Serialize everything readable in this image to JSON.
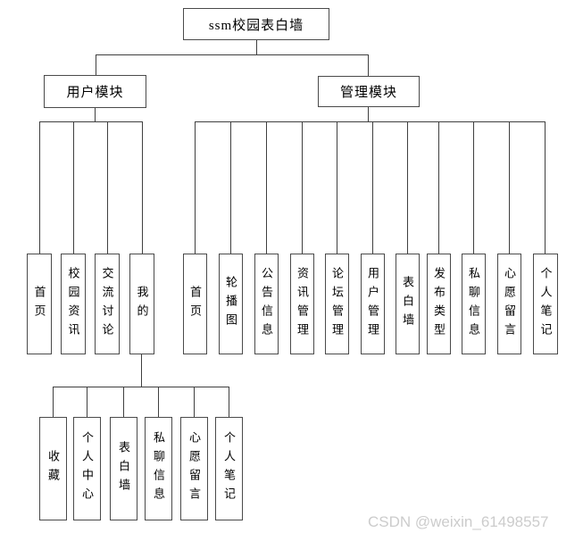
{
  "diagram": {
    "root": {
      "label": "ssm校园表白墙"
    },
    "modules": [
      {
        "label": "用户模块",
        "children": [
          "首页",
          "校园资讯",
          "交流讨论",
          "我的"
        ]
      },
      {
        "label": "管理模块",
        "children": [
          "首页",
          "轮播图",
          "公告信息",
          "资讯管理",
          "论坛管理",
          "用户管理",
          "表白墙",
          "发布类型",
          "私聊信息",
          "心愿留言",
          "个人笔记"
        ]
      }
    ],
    "my_submodule": {
      "parent": "我的",
      "children": [
        "收藏",
        "个人中心",
        "表白墙",
        "私聊信息",
        "心愿留言",
        "个人笔记"
      ]
    }
  },
  "watermark": {
    "text": "CSDN @weixin_61498557"
  },
  "colors": {
    "background": "#ffffff",
    "line": "#3f3f3f",
    "box_border": "#4a4a4a",
    "text": "#000000",
    "watermark": "#cccccc"
  }
}
